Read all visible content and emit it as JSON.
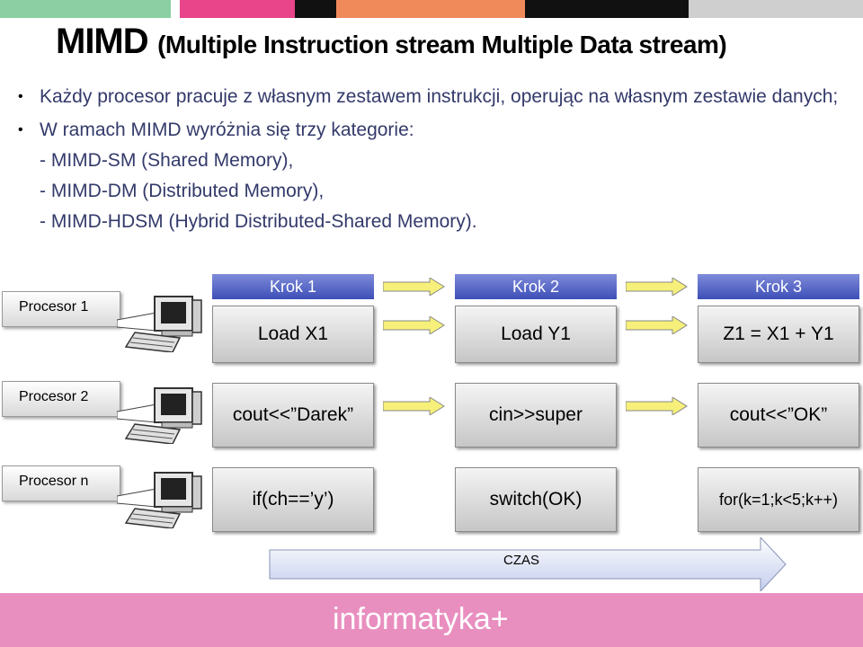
{
  "colors": {
    "topbar": [
      "#8ccfa2",
      "#ffffff",
      "#e8458b",
      "#111111",
      "#f08a5b",
      "#111111",
      "#cfcfcf"
    ],
    "footer": "#e98fc0",
    "krok_header": "#4a5cc4",
    "arrow_fill": "#f6f07a"
  },
  "title": {
    "main": "MIMD",
    "sub": "(Multiple Instruction stream Multiple Data stream)"
  },
  "bullets": {
    "b1": "Każdy procesor pracuje z własnym zestawem instrukcji, operując na własnym zestawie danych;",
    "b2": "W ramach MIMD wyróżnia się trzy kategorie:",
    "l1": "- MIMD-SM (Shared Memory),",
    "l2": "- MIMD-DM (Distributed Memory),",
    "l3": "- MIMD-HDSM (Hybrid Distributed-Shared Memory)."
  },
  "diagram": {
    "steps_header": [
      "Krok 1",
      "Krok 2",
      "Krok 3"
    ],
    "processors": [
      {
        "label": "Procesor 1",
        "steps": [
          "Load X1",
          "Load Y1",
          "Z1 = X1 + Y1"
        ]
      },
      {
        "label": "Procesor 2",
        "steps": [
          "cout<<”Darek”",
          "cin>>super",
          "cout<<”OK”"
        ]
      },
      {
        "label": "Procesor n",
        "steps": [
          "if(ch==’y’)",
          "switch(OK)",
          "for(k=1;k<5;k++)"
        ]
      }
    ],
    "time_label": "CZAS"
  },
  "footer": {
    "brand": "informatyka+"
  }
}
